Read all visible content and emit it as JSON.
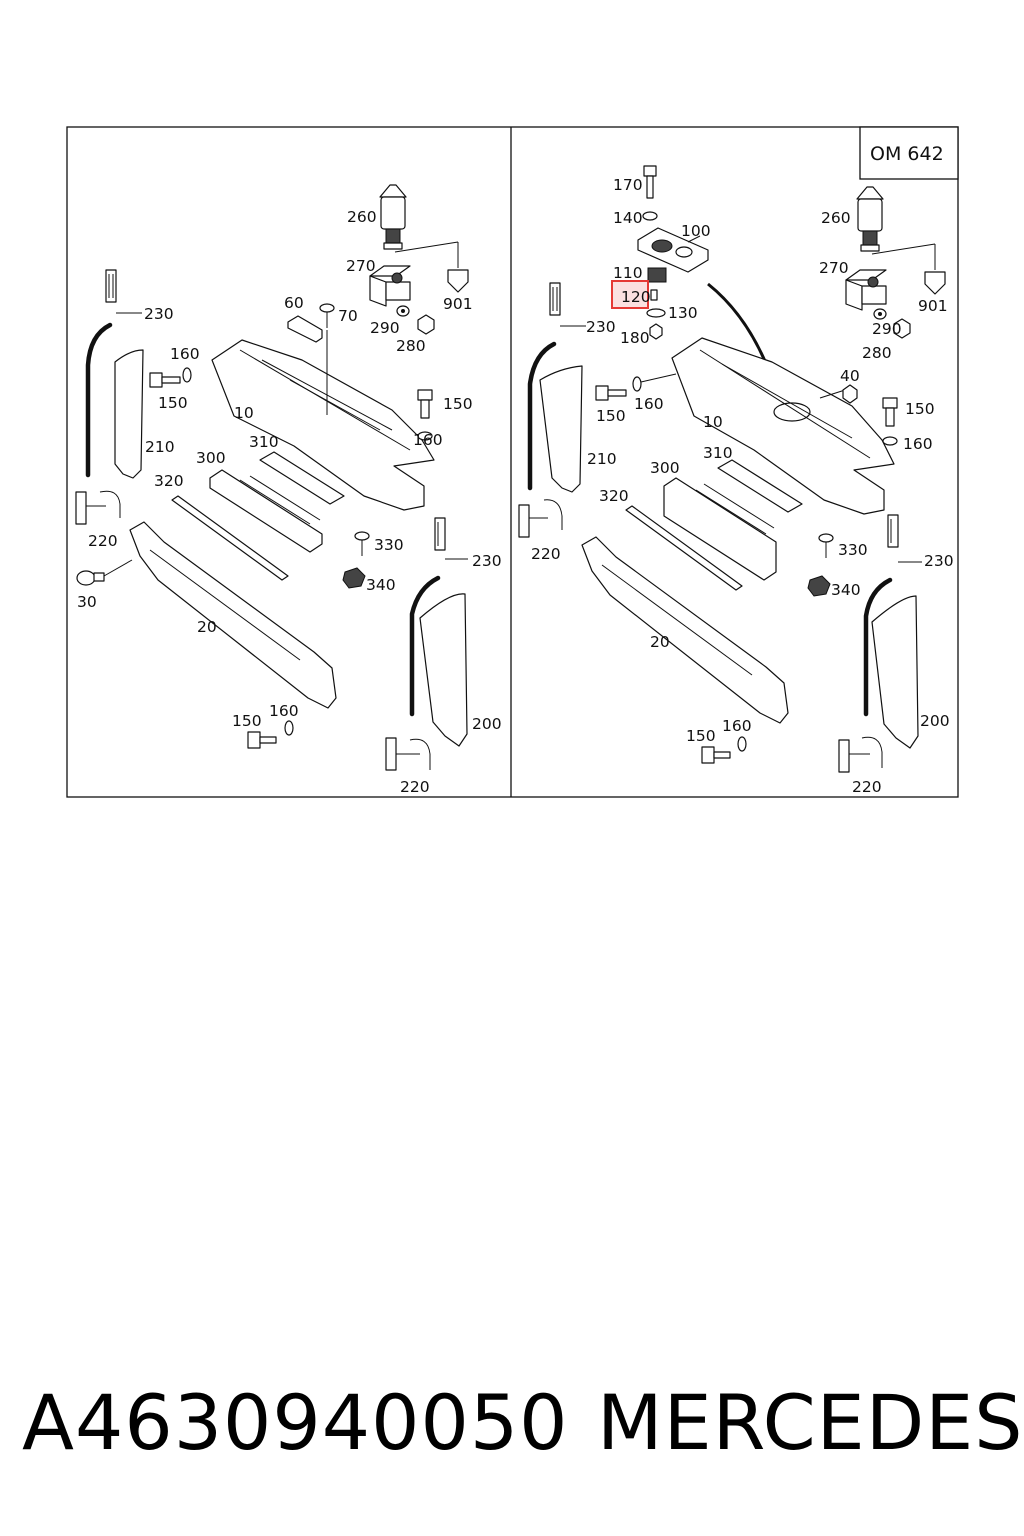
{
  "engine_label": "OM 642",
  "highlight_color": "#e53935",
  "highlight_fill": "#fbe0e0",
  "highlighted_part": "120",
  "left_panel": {
    "labels": [
      "260",
      "270",
      "901",
      "290",
      "280",
      "60",
      "70",
      "230",
      "160",
      "150",
      "10",
      "210",
      "150",
      "160",
      "310",
      "300",
      "320",
      "220",
      "330",
      "340",
      "30",
      "20",
      "230",
      "150",
      "160",
      "200",
      "220"
    ]
  },
  "right_panel": {
    "labels": [
      "170",
      "140",
      "100",
      "260",
      "110",
      "120",
      "130",
      "180",
      "270",
      "901",
      "290",
      "280",
      "230",
      "40",
      "150",
      "160",
      "10",
      "150",
      "160",
      "210",
      "310",
      "300",
      "320",
      "220",
      "330",
      "340",
      "230",
      "20",
      "150",
      "160",
      "200",
      "220"
    ]
  },
  "footer": {
    "part_number": "A4630940050",
    "brand": "MERCEDES"
  }
}
